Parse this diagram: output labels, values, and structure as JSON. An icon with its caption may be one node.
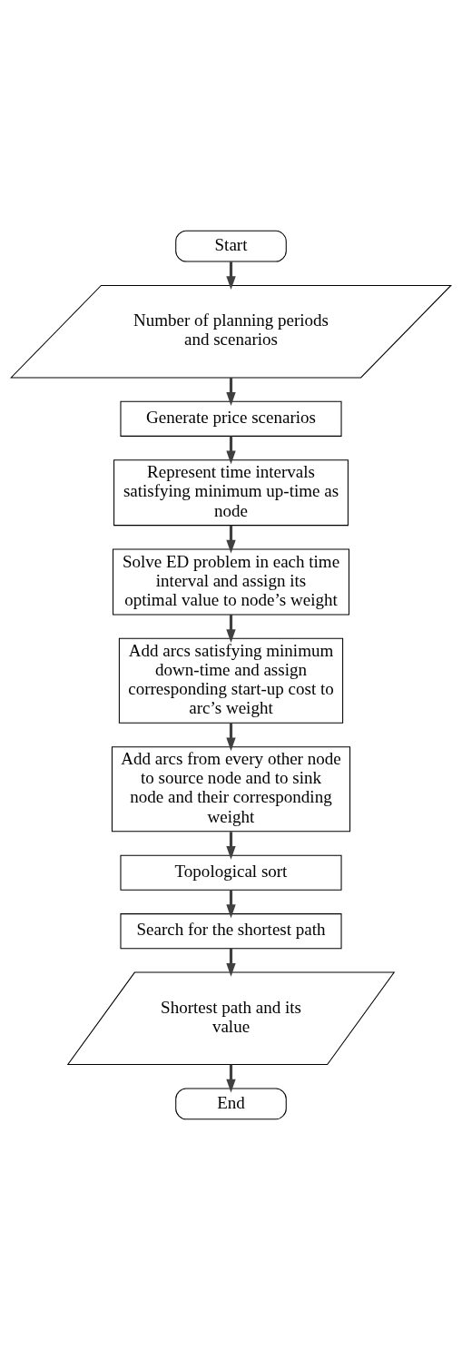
{
  "diagram": {
    "nodes": [
      {
        "text": [
          "Start"
        ]
      },
      {
        "text": [
          "Number of planning periods and scenarios"
        ]
      },
      {
        "text": [
          "Generate price scenarios"
        ]
      },
      {
        "text": [
          "Represent time intervals satisfying minimum up-time as node"
        ]
      },
      {
        "text": [
          "Solve ED problem in each time interval and assign its optimal value to node’s weight"
        ]
      },
      {
        "text": [
          "Add arcs satisfying minimum down-time and assign corresponding start-up cost to arc’s weight"
        ]
      },
      {
        "text": [
          "Add arcs from every other node to source node and to sink node and their corresponding weight"
        ]
      },
      {
        "text": [
          "Topological sort"
        ]
      },
      {
        "text": [
          "Search for the shortest path"
        ]
      },
      {
        "text": [
          "Shortest path and its value"
        ]
      },
      {
        "text": [
          "End"
        ]
      }
    ],
    "edges": [
      {
        "from": 0,
        "to": 1,
        "arrow": "to"
      },
      {
        "from": 1,
        "to": 2,
        "arrow": "to"
      },
      {
        "from": 2,
        "to": 3,
        "arrow": "to"
      },
      {
        "from": 3,
        "to": 4,
        "arrow": "to"
      },
      {
        "from": 4,
        "to": 5,
        "arrow": "to"
      },
      {
        "from": 5,
        "to": 6,
        "arrow": "to"
      },
      {
        "from": 6,
        "to": 7,
        "arrow": "to"
      },
      {
        "from": 7,
        "to": 8,
        "arrow": "to"
      },
      {
        "from": 8,
        "to": 9,
        "arrow": "to"
      },
      {
        "from": 9,
        "to": 10,
        "arrow": "to"
      }
    ]
  }
}
